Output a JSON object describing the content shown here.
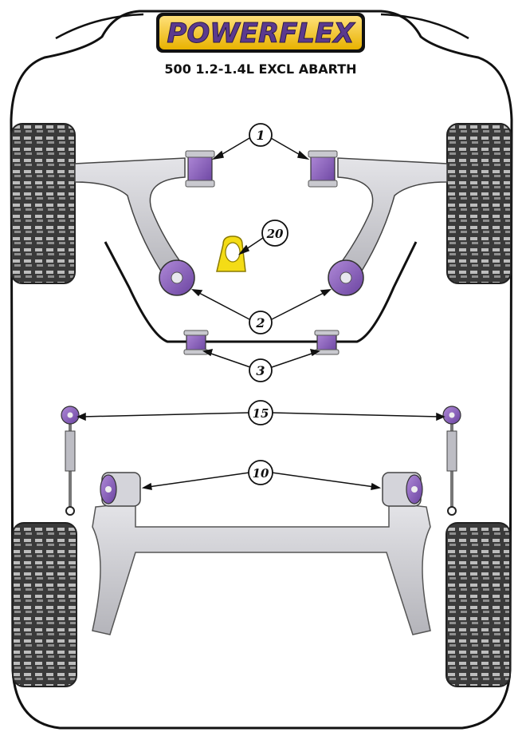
{
  "brand": {
    "logo_text": "POWERFLEX",
    "logo_bg": "#f2c21b",
    "logo_text_color": "#5b3a8e"
  },
  "subtitle": "500 1.2-1.4L EXCL ABARTH",
  "colors": {
    "bush_purple": "#8a63b8",
    "bush_purple_dark": "#4a2a78",
    "bush_yellow": "#f4dc16",
    "metal_grey": "#c8c8cc",
    "tyre_dark": "#3a3a3a",
    "outline": "#111111"
  },
  "callouts": [
    {
      "id": "c1",
      "label": "1",
      "part": "front-arm-front-bush"
    },
    {
      "id": "c20",
      "label": "20",
      "part": "engine-mount-insert"
    },
    {
      "id": "c2",
      "label": "2",
      "part": "front-arm-rear-bush"
    },
    {
      "id": "c3",
      "label": "3",
      "part": "anti-roll-bar-bush"
    },
    {
      "id": "c15",
      "label": "15",
      "part": "drop-link-bush"
    },
    {
      "id": "c10",
      "label": "10",
      "part": "rear-beam-bush"
    }
  ]
}
